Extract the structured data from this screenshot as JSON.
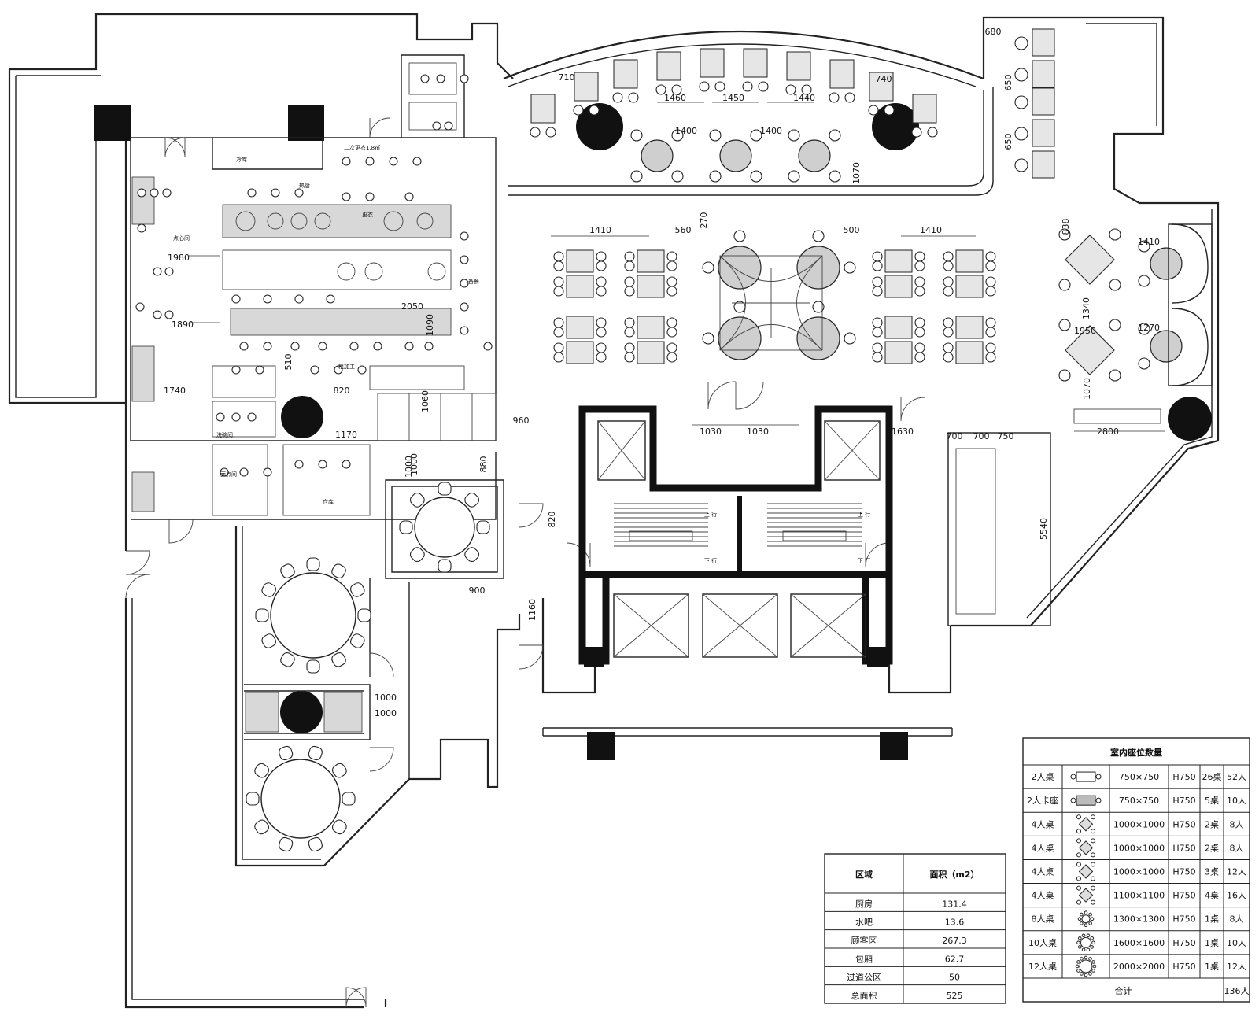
{
  "plan": {
    "dimensions": [
      "710",
      "1460",
      "1450",
      "1440",
      "740",
      "1400",
      "1400",
      "1070",
      "680",
      "650",
      "650",
      "1410",
      "560",
      "500",
      "1410",
      "1410",
      "2050",
      "1980",
      "1890",
      "1740",
      "1000",
      "1090",
      "820",
      "880",
      "1060",
      "510",
      "1170",
      "960",
      "1030",
      "1030",
      "1630",
      "700",
      "700",
      "750",
      "5540",
      "838",
      "1340",
      "1270",
      "1950",
      "1070",
      "2800",
      "1000",
      "900",
      "1160",
      "1000",
      "1000",
      "820",
      "270"
    ],
    "kitchen_labels": [
      "二次更衣1.8㎡",
      "点心间",
      "洗碗间",
      "备餐",
      "冷库",
      "粗加工",
      "面点间",
      "热厨",
      "更衣",
      "仓库"
    ],
    "stair_labels": [
      "上 行",
      "下 行",
      "上 行",
      "下 行"
    ]
  },
  "area_table": {
    "headers": [
      "区域",
      "面积（m2）"
    ],
    "rows": [
      [
        "厨房",
        "131.4"
      ],
      [
        "水吧",
        "13.6"
      ],
      [
        "顾客区",
        "267.3"
      ],
      [
        "包厢",
        "62.7"
      ],
      [
        "过道公区",
        "50"
      ],
      [
        "总面积",
        "525"
      ]
    ]
  },
  "seat_table": {
    "title": "室内座位数量",
    "rows": [
      {
        "type": "2人桌",
        "icon": "two-seat-table-icon",
        "size": "750×750",
        "height": "H750",
        "count": "26桌",
        "people": "52人"
      },
      {
        "type": "2人卡座",
        "icon": "two-seat-booth-icon",
        "size": "750×750",
        "height": "H750",
        "count": "5桌",
        "people": "10人"
      },
      {
        "type": "4人桌",
        "icon": "four-seat-square-table-icon",
        "size": "1000×1000",
        "height": "H750",
        "count": "2桌",
        "people": "8人"
      },
      {
        "type": "4人桌",
        "icon": "four-seat-sofa-table-icon",
        "size": "1000×1000",
        "height": "H750",
        "count": "2桌",
        "people": "8人"
      },
      {
        "type": "4人桌",
        "icon": "four-seat-diagonal-table-icon",
        "size": "1000×1000",
        "height": "H750",
        "count": "3桌",
        "people": "12人"
      },
      {
        "type": "4人桌",
        "icon": "four-seat-quarter-table-icon",
        "size": "1100×1100",
        "height": "H750",
        "count": "4桌",
        "people": "16人"
      },
      {
        "type": "8人桌",
        "icon": "eight-seat-round-table-icon",
        "size": "1300×1300",
        "height": "H750",
        "count": "1桌",
        "people": "8人"
      },
      {
        "type": "10人桌",
        "icon": "ten-seat-round-table-icon",
        "size": "1600×1600",
        "height": "H750",
        "count": "1桌",
        "people": "10人"
      },
      {
        "type": "12人桌",
        "icon": "twelve-seat-round-table-icon",
        "size": "2000×2000",
        "height": "H750",
        "count": "1桌",
        "people": "12人"
      }
    ],
    "total_label": "合计",
    "total_value": "136人"
  }
}
